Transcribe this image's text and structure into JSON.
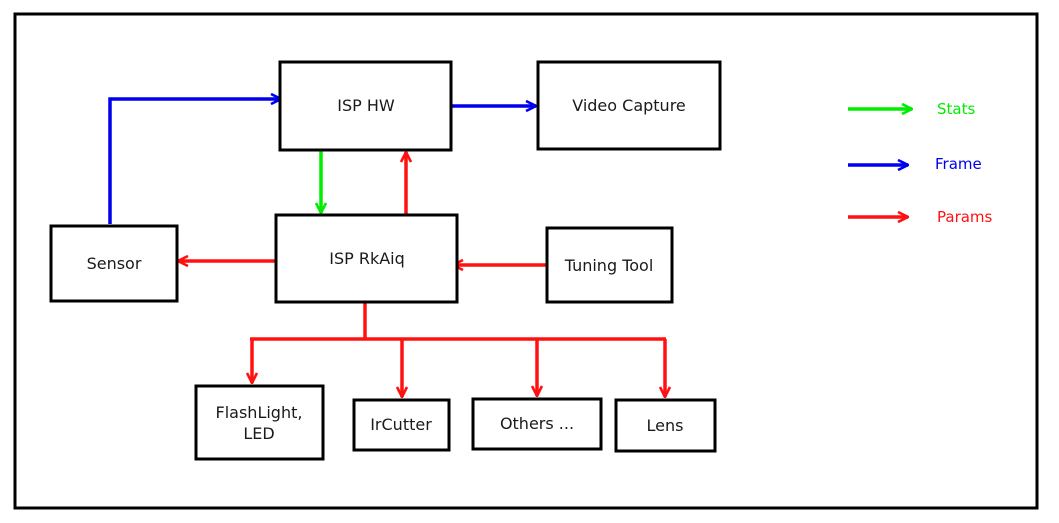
{
  "colors": {
    "stats": "#00ee00",
    "frame": "#0000ee",
    "params": "#ff1111"
  },
  "nodes": {
    "isp_hw": "ISP HW",
    "video_capture": "Video Capture",
    "sensor": "Sensor",
    "isp_rkaiq": "ISP RkAiq",
    "tuning_tool": "Tuning Tool",
    "flashlight_line1": "FlashLight,",
    "flashlight_line2": "LED",
    "ircutter": "IrCutter",
    "others": "Others ...",
    "lens": "Lens"
  },
  "legend": {
    "stats": "Stats",
    "frame": "Frame",
    "params": "Params"
  },
  "edges": [
    {
      "from": "Sensor",
      "to": "ISP HW",
      "kind": "frame"
    },
    {
      "from": "ISP HW",
      "to": "Video Capture",
      "kind": "frame"
    },
    {
      "from": "ISP HW",
      "to": "ISP RkAiq",
      "kind": "stats"
    },
    {
      "from": "ISP RkAiq",
      "to": "ISP HW",
      "kind": "params"
    },
    {
      "from": "ISP RkAiq",
      "to": "Sensor",
      "kind": "params"
    },
    {
      "from": "Tuning Tool",
      "to": "ISP RkAiq",
      "kind": "params"
    },
    {
      "from": "ISP RkAiq",
      "to": "FlashLight, LED",
      "kind": "params"
    },
    {
      "from": "ISP RkAiq",
      "to": "IrCutter",
      "kind": "params"
    },
    {
      "from": "ISP RkAiq",
      "to": "Others ...",
      "kind": "params"
    },
    {
      "from": "ISP RkAiq",
      "to": "Lens",
      "kind": "params"
    }
  ]
}
